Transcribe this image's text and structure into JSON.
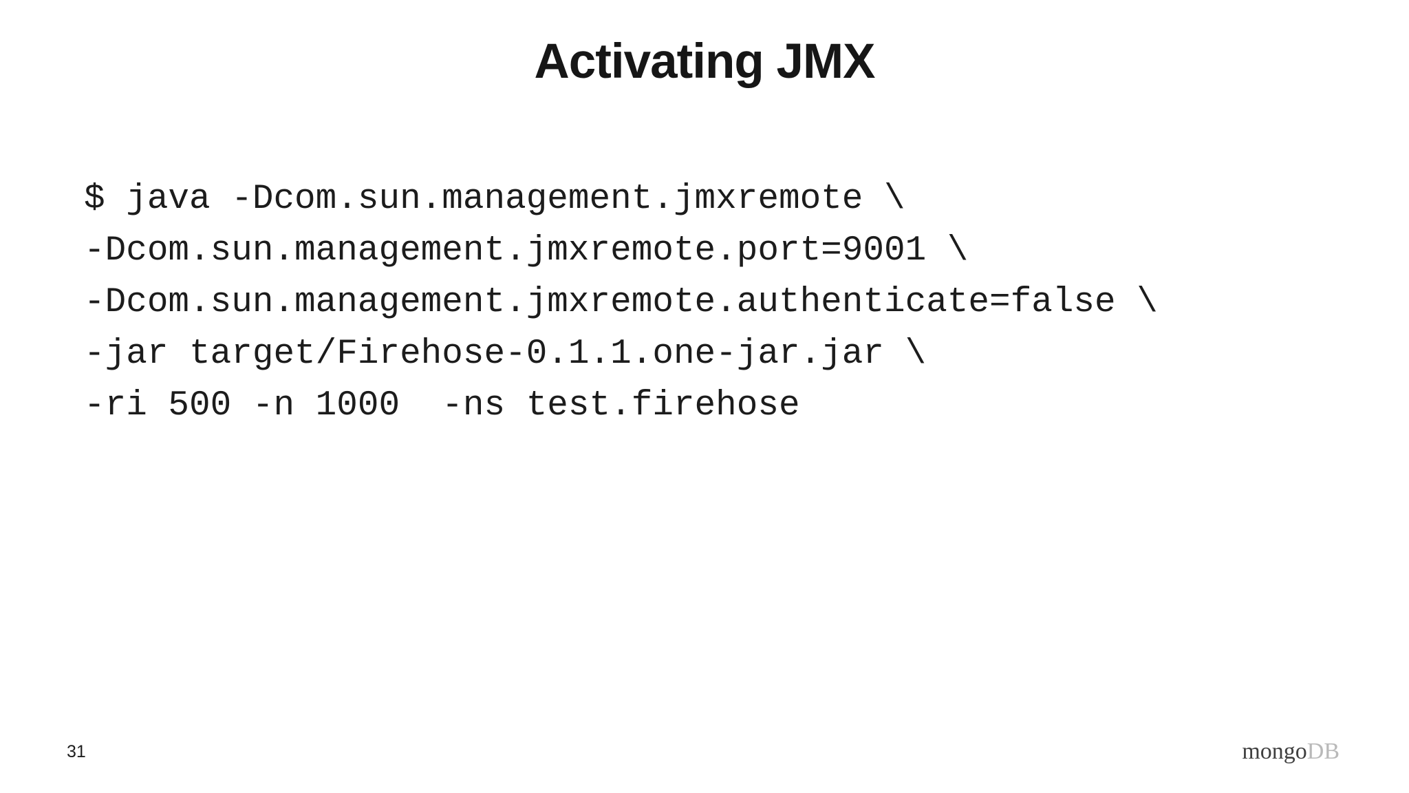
{
  "slide": {
    "title": "Activating JMX",
    "page_number": "31",
    "code": {
      "lines": [
        "$ java -Dcom.sun.management.jmxremote \\",
        "-Dcom.sun.management.jmxremote.port=9001 \\",
        "-Dcom.sun.management.jmxremote.authenticate=false \\",
        "-jar target/Firehose-0.1.1.one-jar.jar \\",
        "-ri 500 -n 1000  -ns test.firehose"
      ]
    },
    "logo": {
      "part1": "mongo",
      "part2": "DB"
    },
    "colors": {
      "background": "#ffffff",
      "title_text": "#161616",
      "code_text": "#1c1c1c",
      "logo_mongo": "#3f3f3f",
      "logo_db": "#b9b9b9"
    }
  }
}
